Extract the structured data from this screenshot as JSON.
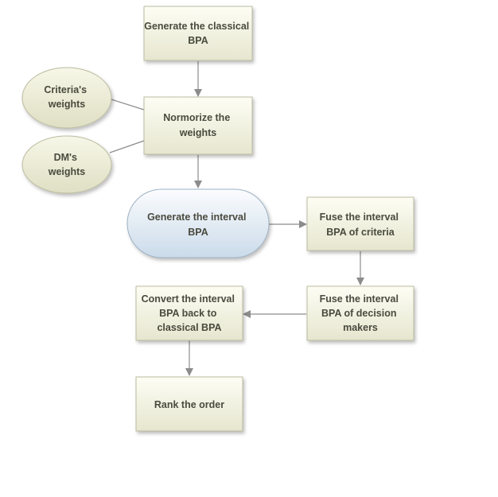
{
  "colors": {
    "box_fill_top": "#fdfdf4",
    "box_fill_bottom": "#e6e6cf",
    "box_stroke": "#bcbca2",
    "ellipse_fill_top": "#f7f7e8",
    "ellipse_fill_bottom": "#dfdfc4",
    "terminator_fill_top": "#fbfcfe",
    "terminator_fill_bottom": "#cbdbea",
    "terminator_stroke": "#9fb2c4",
    "connector": "#8c8c8c",
    "text": "#4a4a3e"
  },
  "nodes": {
    "generate_classical": {
      "lines": [
        "Generate the classical",
        "BPA"
      ]
    },
    "criteria_weights": {
      "lines": [
        "Criteria's",
        "weights"
      ]
    },
    "normalize": {
      "lines": [
        "Normorize the",
        "weights"
      ]
    },
    "dm_weights": {
      "lines": [
        "DM's",
        "weights"
      ]
    },
    "generate_interval": {
      "lines": [
        "Generate the interval",
        "BPA"
      ]
    },
    "fuse_criteria": {
      "lines": [
        "Fuse the interval",
        "BPA of criteria"
      ]
    },
    "fuse_dm": {
      "lines": [
        "Fuse the interval",
        "BPA of decision",
        "makers"
      ]
    },
    "convert_back": {
      "lines": [
        "Convert the interval",
        "BPA back to",
        "classical BPA"
      ]
    },
    "rank": {
      "lines": [
        "Rank the order"
      ]
    }
  }
}
